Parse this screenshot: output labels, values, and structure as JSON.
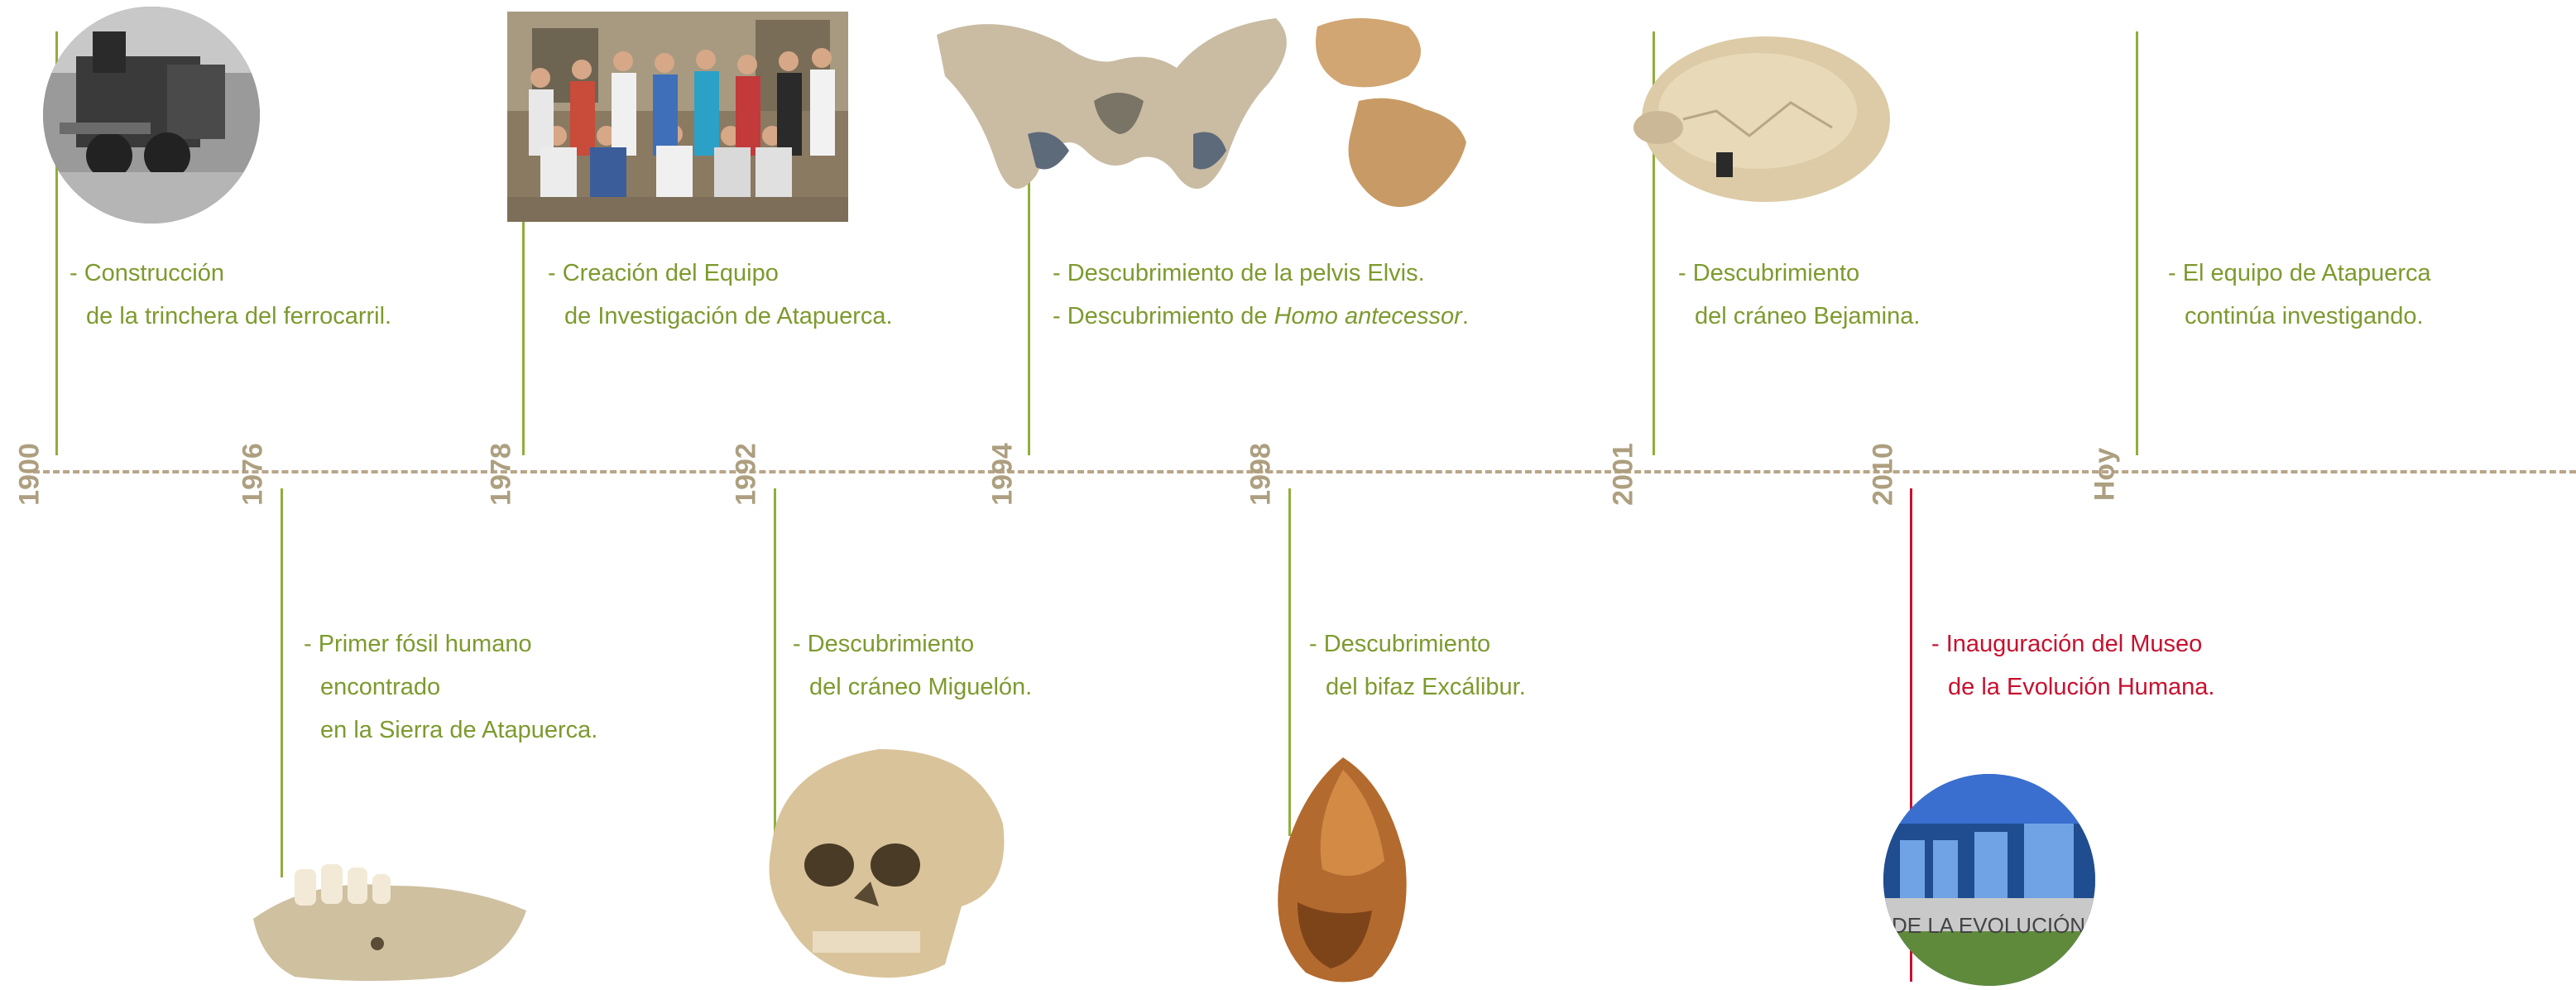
{
  "timeline": {
    "colors": {
      "event": "#7d9a2e",
      "highlight": "#c8102e",
      "axis": "#b8a588",
      "year": "#ad9f7f"
    },
    "years": [
      "1900",
      "1976",
      "1978",
      "1992",
      "1994",
      "1998",
      "2001",
      "2010",
      "Hoy"
    ],
    "events": {
      "y1900": {
        "l1": "- Construcción",
        "l2": "de la trinchera del ferrocarril.",
        "image": "steam-locomotive-photo"
      },
      "y1976": {
        "l1": "- Primer fósil humano",
        "l2": "encontrado",
        "l3": "en la Sierra de Atapuerca.",
        "image": "fossil-jaw-photo"
      },
      "y1978": {
        "l1": "- Creación del Equipo",
        "l2": "de Investigación de Atapuerca.",
        "image": "research-team-group-photo"
      },
      "y1992": {
        "l1": "- Descubrimiento",
        "l2": "del cráneo Miguelón.",
        "image": "skull-miguelon-photo"
      },
      "y1994": {
        "l1": "- Descubrimiento de la pelvis Elvis.",
        "l2a": "- Descubrimiento de ",
        "l2b": "Homo antecessor",
        "l2c": ".",
        "image": "pelvis-and-bone-fragments-photo"
      },
      "y1998": {
        "l1": "- Descubrimiento",
        "l2": "del bifaz Excálibur.",
        "image": "handaxe-excalibur-photo"
      },
      "y2001": {
        "l1": "- Descubrimiento",
        "l2": "del cráneo Bejamina.",
        "image": "skull-benjamina-photo"
      },
      "y2010": {
        "l1": "- Inauguración del Museo",
        "l2": "de la Evolución Humana.",
        "image": "museum-building-photo",
        "sign": "DE LA EVOLUCIÓN HU"
      },
      "hoy": {
        "l1": "- El equipo de Atapuerca",
        "l2": "continúa investigando."
      }
    }
  }
}
